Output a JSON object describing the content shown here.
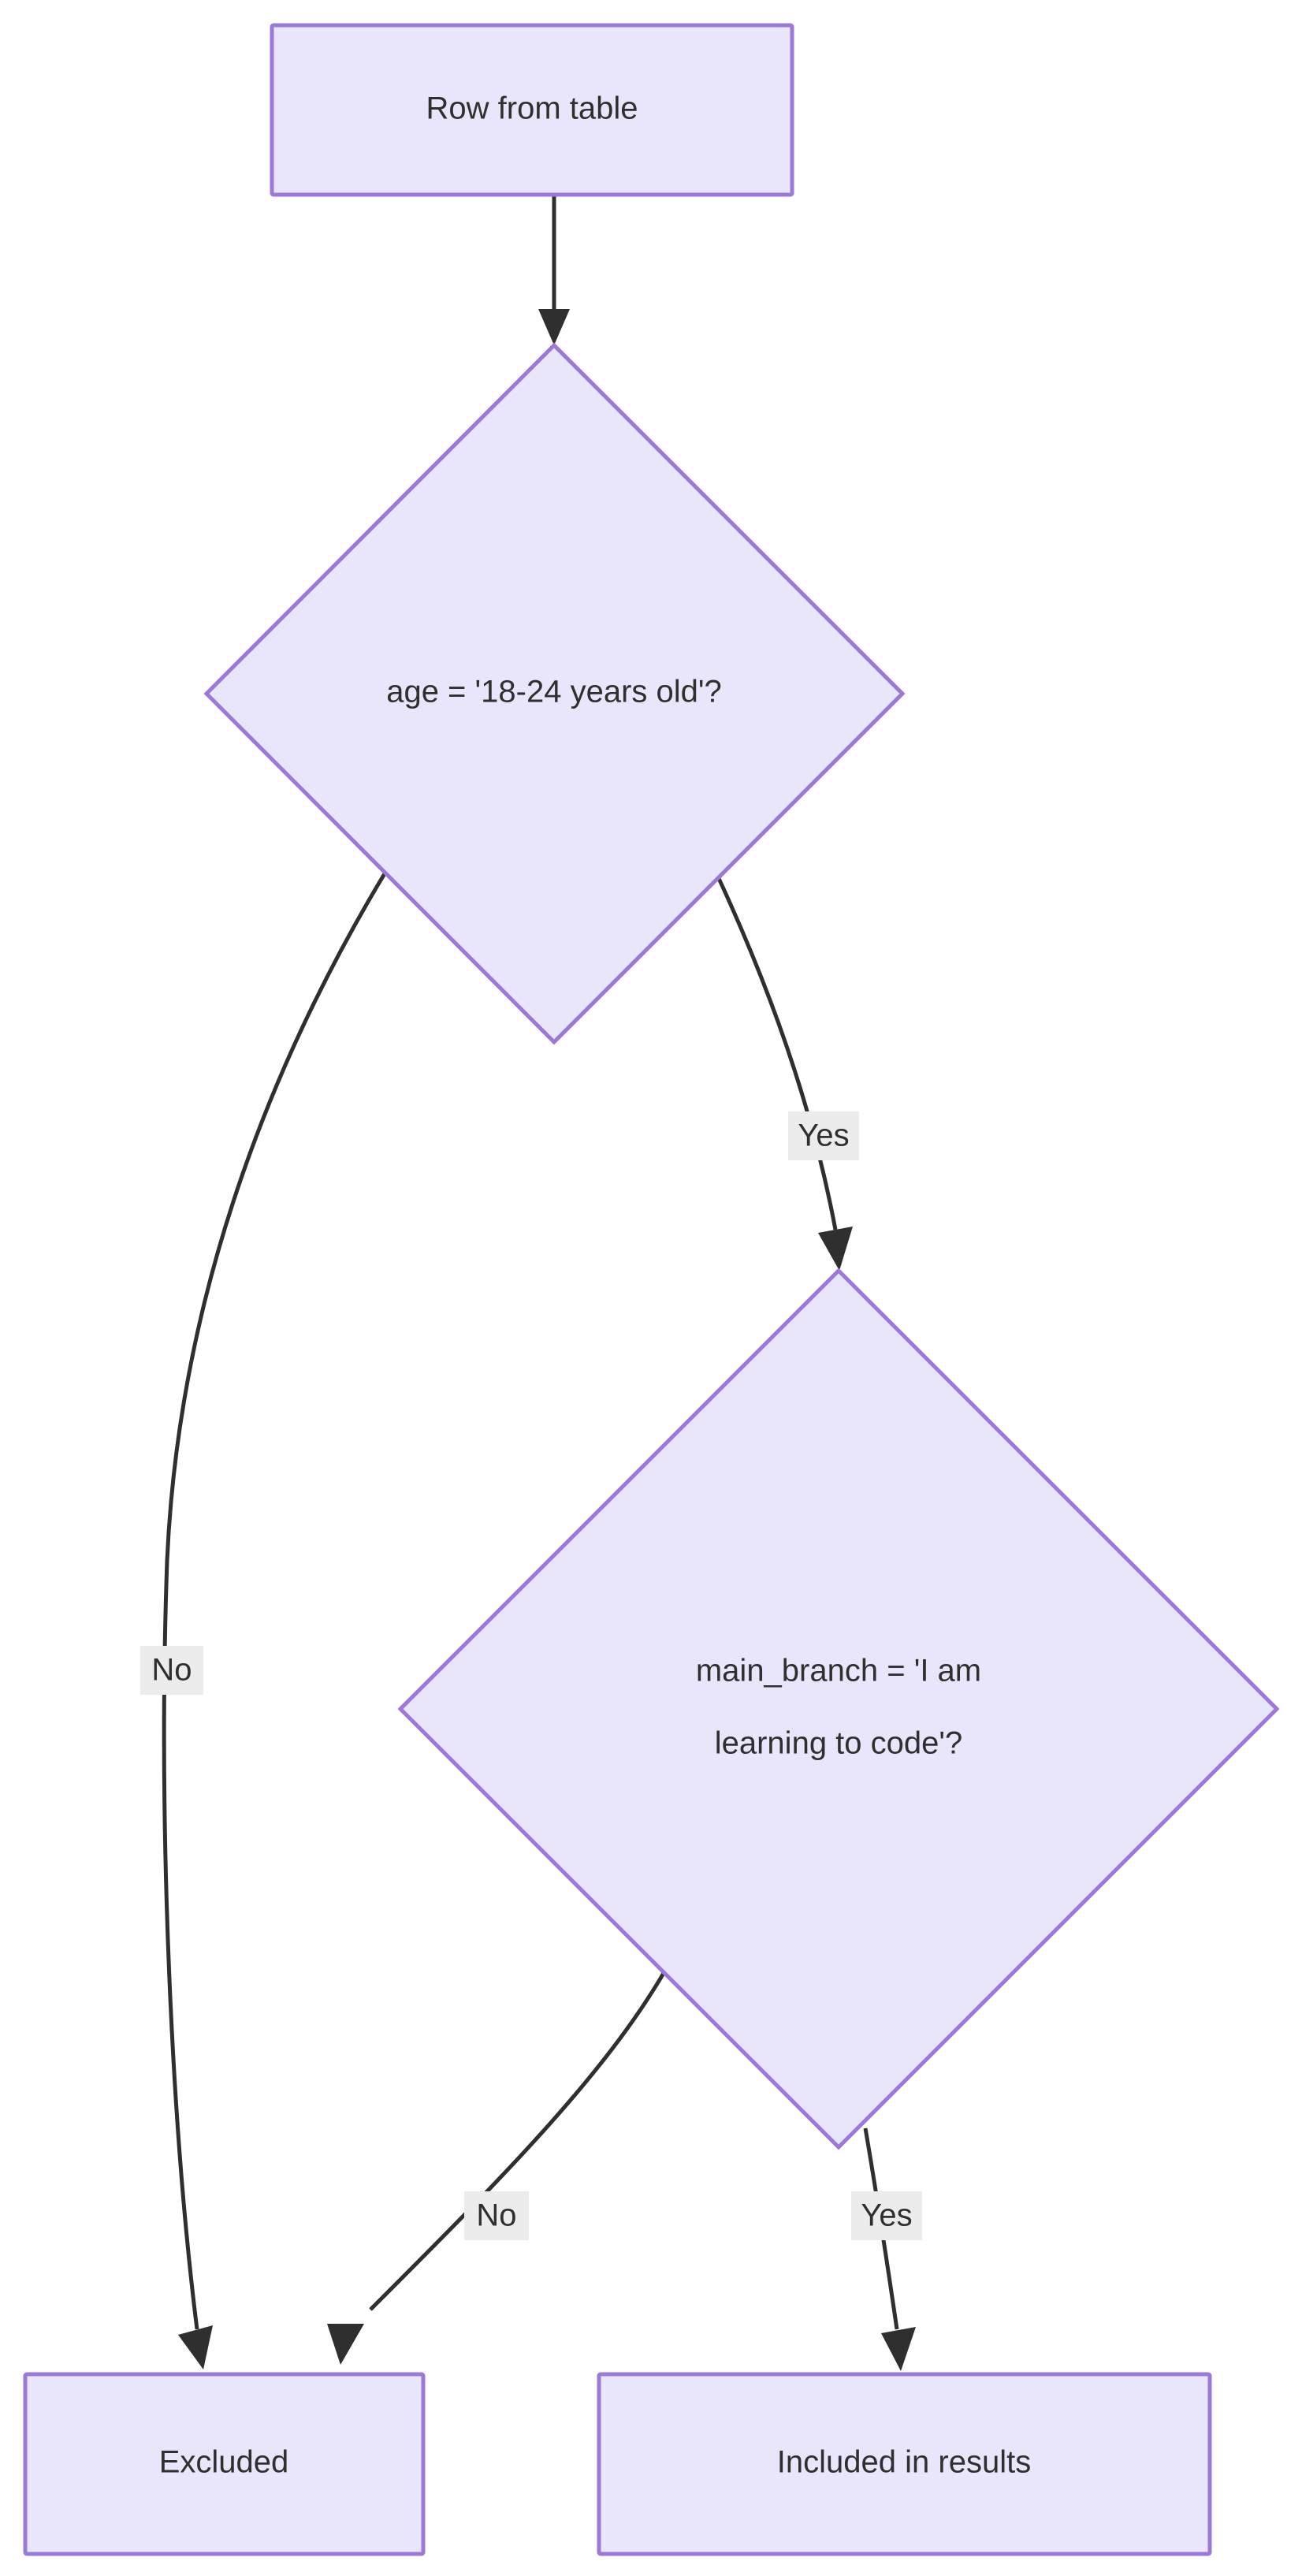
{
  "diagram": {
    "type": "flowchart",
    "direction": "top-down",
    "title": "",
    "colors": {
      "node_fill": "#e9e5fa",
      "node_stroke": "#9a79d8",
      "edge_stroke": "#2f2f2f",
      "edge_label_bg": "#ececec",
      "text": "#2f2f2f",
      "background": "#ffffff"
    },
    "nodes": [
      {
        "id": "start",
        "shape": "rectangle",
        "label": "Row from table",
        "lines": [
          "Row from table"
        ]
      },
      {
        "id": "age_check",
        "shape": "diamond",
        "label": "age = '18-24 years old'?",
        "lines": [
          "age = '18-24 years old'?"
        ]
      },
      {
        "id": "branch_check",
        "shape": "diamond",
        "label": "main_branch = 'I am learning to code'?",
        "lines": [
          "main_branch = 'I am",
          "learning to code'?"
        ]
      },
      {
        "id": "excluded",
        "shape": "rectangle",
        "label": "Excluded",
        "lines": [
          "Excluded"
        ]
      },
      {
        "id": "included",
        "shape": "rectangle",
        "label": "Included in results",
        "lines": [
          "Included in results"
        ]
      }
    ],
    "edges": [
      {
        "id": "e1",
        "from": "start",
        "to": "age_check",
        "label": ""
      },
      {
        "id": "e2",
        "from": "age_check",
        "to": "branch_check",
        "label": "Yes"
      },
      {
        "id": "e3",
        "from": "age_check",
        "to": "excluded",
        "label": "No"
      },
      {
        "id": "e4",
        "from": "branch_check",
        "to": "excluded",
        "label": "No"
      },
      {
        "id": "e5",
        "from": "branch_check",
        "to": "included",
        "label": "Yes"
      }
    ]
  }
}
